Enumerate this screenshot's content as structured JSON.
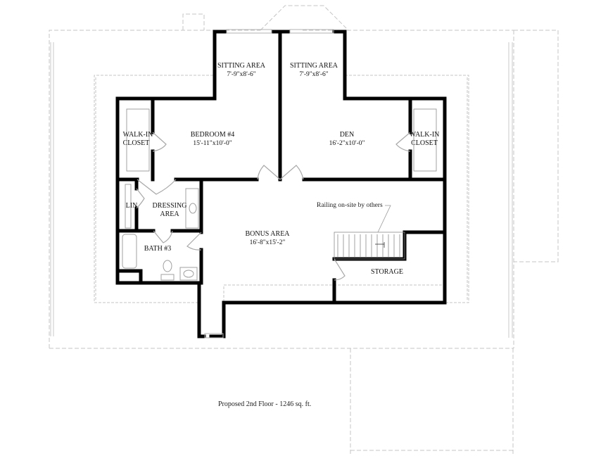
{
  "plan": {
    "title": "Proposed 2nd Floor - 1246 sq. ft.",
    "railing_note": "Railing  on-site by others",
    "colors": {
      "wall": "#000000",
      "dashed_outline": "#bdbdbd",
      "fixture": "#9a9a9a",
      "background": "#ffffff"
    },
    "rooms": [
      {
        "name": "SITTING AREA",
        "dims": "7'-9\"x8'-6\""
      },
      {
        "name": "SITTING AREA",
        "dims": "7'-9\"x8'-6\""
      },
      {
        "name": "WALK-IN",
        "name2": "CLOSET"
      },
      {
        "name": "BEDROOM #4",
        "dims": "15'-11\"x10'-0\""
      },
      {
        "name": "DEN",
        "dims": "16'-2\"x10'-0\""
      },
      {
        "name": "WALK-IN",
        "name2": "CLOSET"
      },
      {
        "name": "LIN"
      },
      {
        "name": "DRESSING",
        "name2": "AREA"
      },
      {
        "name": "BATH #3"
      },
      {
        "name": "BONUS AREA",
        "dims": "16'-8\"x15'-2\""
      },
      {
        "name": "STORAGE"
      }
    ]
  }
}
